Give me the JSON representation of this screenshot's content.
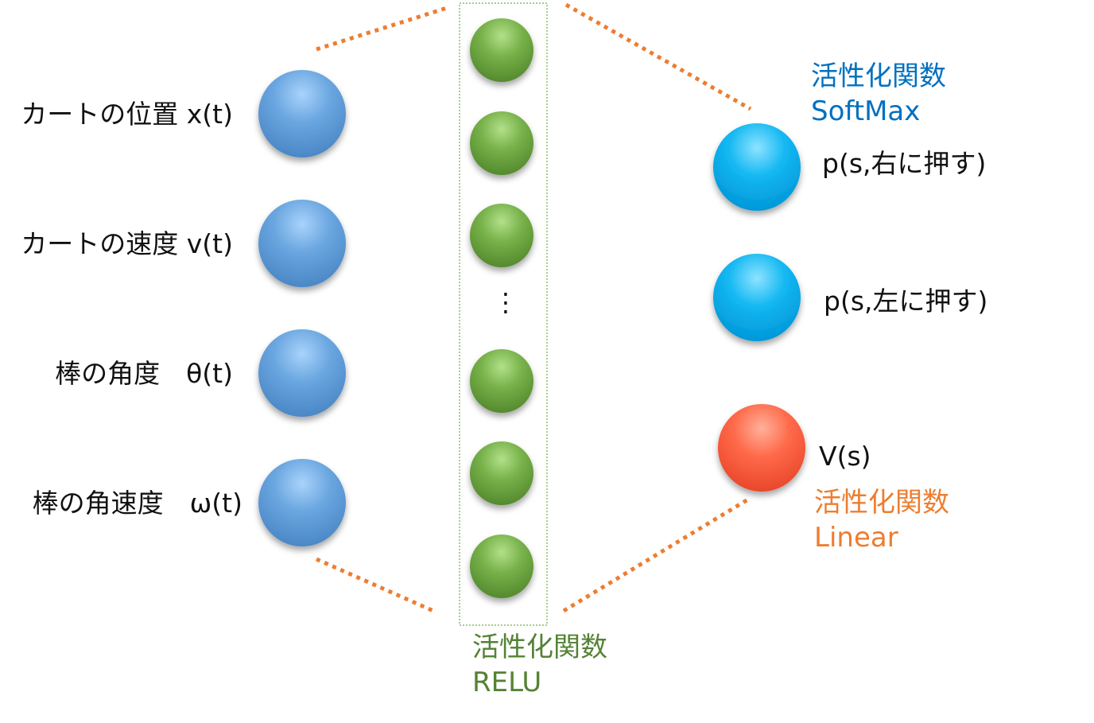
{
  "colors": {
    "input_node": "#5b9bd5",
    "hidden_node": "#70ad47",
    "policy_node": "#00b0f0",
    "value_node": "#ff5b3a",
    "connector": "#ed7d31",
    "softmax_text": "#0070c0",
    "relu_text": "#548235",
    "linear_text": "#ed7d31"
  },
  "inputs": [
    {
      "label": "カートの位置 x(t)"
    },
    {
      "label": "カートの速度 v(t)"
    },
    {
      "label": "棒の角度　θ(t)"
    },
    {
      "label": "棒の角速度　ω(t)"
    }
  ],
  "hidden": {
    "ellipsis": "⋮",
    "activation_name": "活性化関数",
    "activation_type": "RELU"
  },
  "outputs": {
    "softmax": {
      "name": "活性化関数",
      "type": "SoftMax"
    },
    "linear": {
      "name": "活性化関数",
      "type": "Linear"
    },
    "policy_right": "p(s,右に押す)",
    "policy_left": "p(s,左に押す)",
    "value": "V(s)"
  }
}
